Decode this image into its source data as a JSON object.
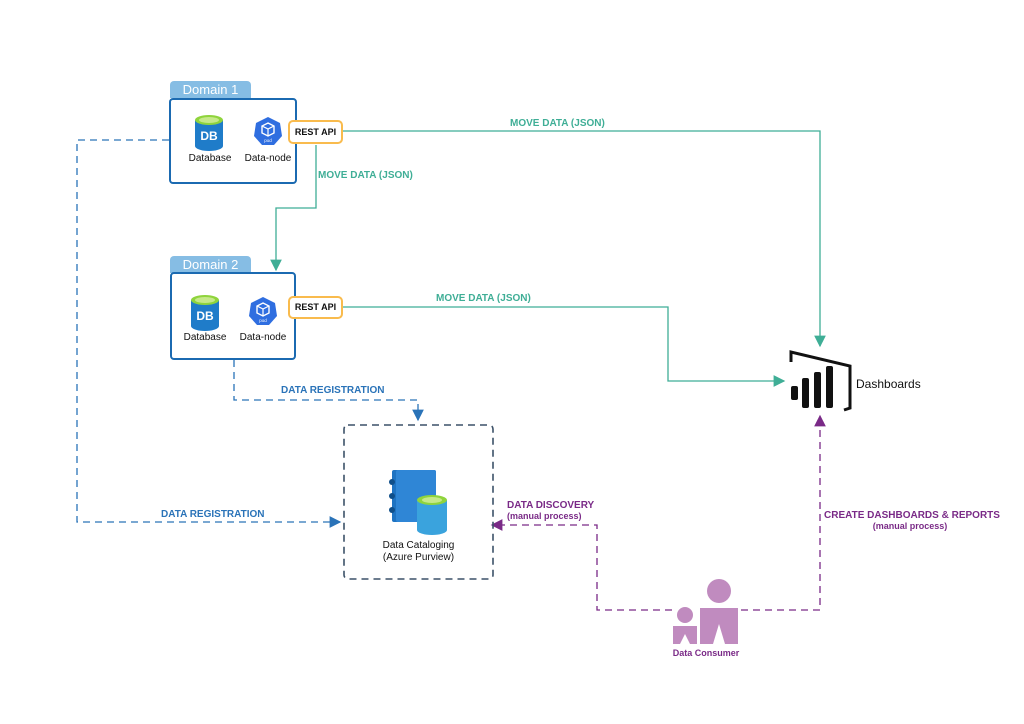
{
  "domain1": {
    "title": "Domain 1",
    "db_label": "Database",
    "db_icon_text": "DB",
    "node_label": "Data-node",
    "pod_text": "pod",
    "rest_label": "REST API"
  },
  "domain2": {
    "title": "Domain 2",
    "db_label": "Database",
    "db_icon_text": "DB",
    "node_label": "Data-node",
    "pod_text": "pod",
    "rest_label": "REST API"
  },
  "edges": {
    "d1_to_dash": "MOVE DATA (JSON)",
    "d1_to_d2": "MOVE DATA (JSON)",
    "d2_to_dash": "MOVE DATA (JSON)",
    "d2_registration": "DATA REGISTRATION",
    "d1_registration": "DATA REGISTRATION",
    "discovery_title": "DATA DISCOVERY",
    "discovery_note": "(manual process)",
    "create_title": "CREATE DASHBOARDS & REPORTS",
    "create_note": "(manual process)"
  },
  "catalog": {
    "line1": "Data Cataloging",
    "line2": "(Azure Purview)"
  },
  "dashboards": {
    "label": "Dashboards"
  },
  "consumer": {
    "label": "Data Consumer"
  },
  "colors": {
    "green": "#3fae96",
    "blue": "#2a73b8",
    "purple": "#7a2a87",
    "domain_border": "#1b6ab1",
    "tab": "#86bde4",
    "rest_border": "#f9bb4d"
  }
}
